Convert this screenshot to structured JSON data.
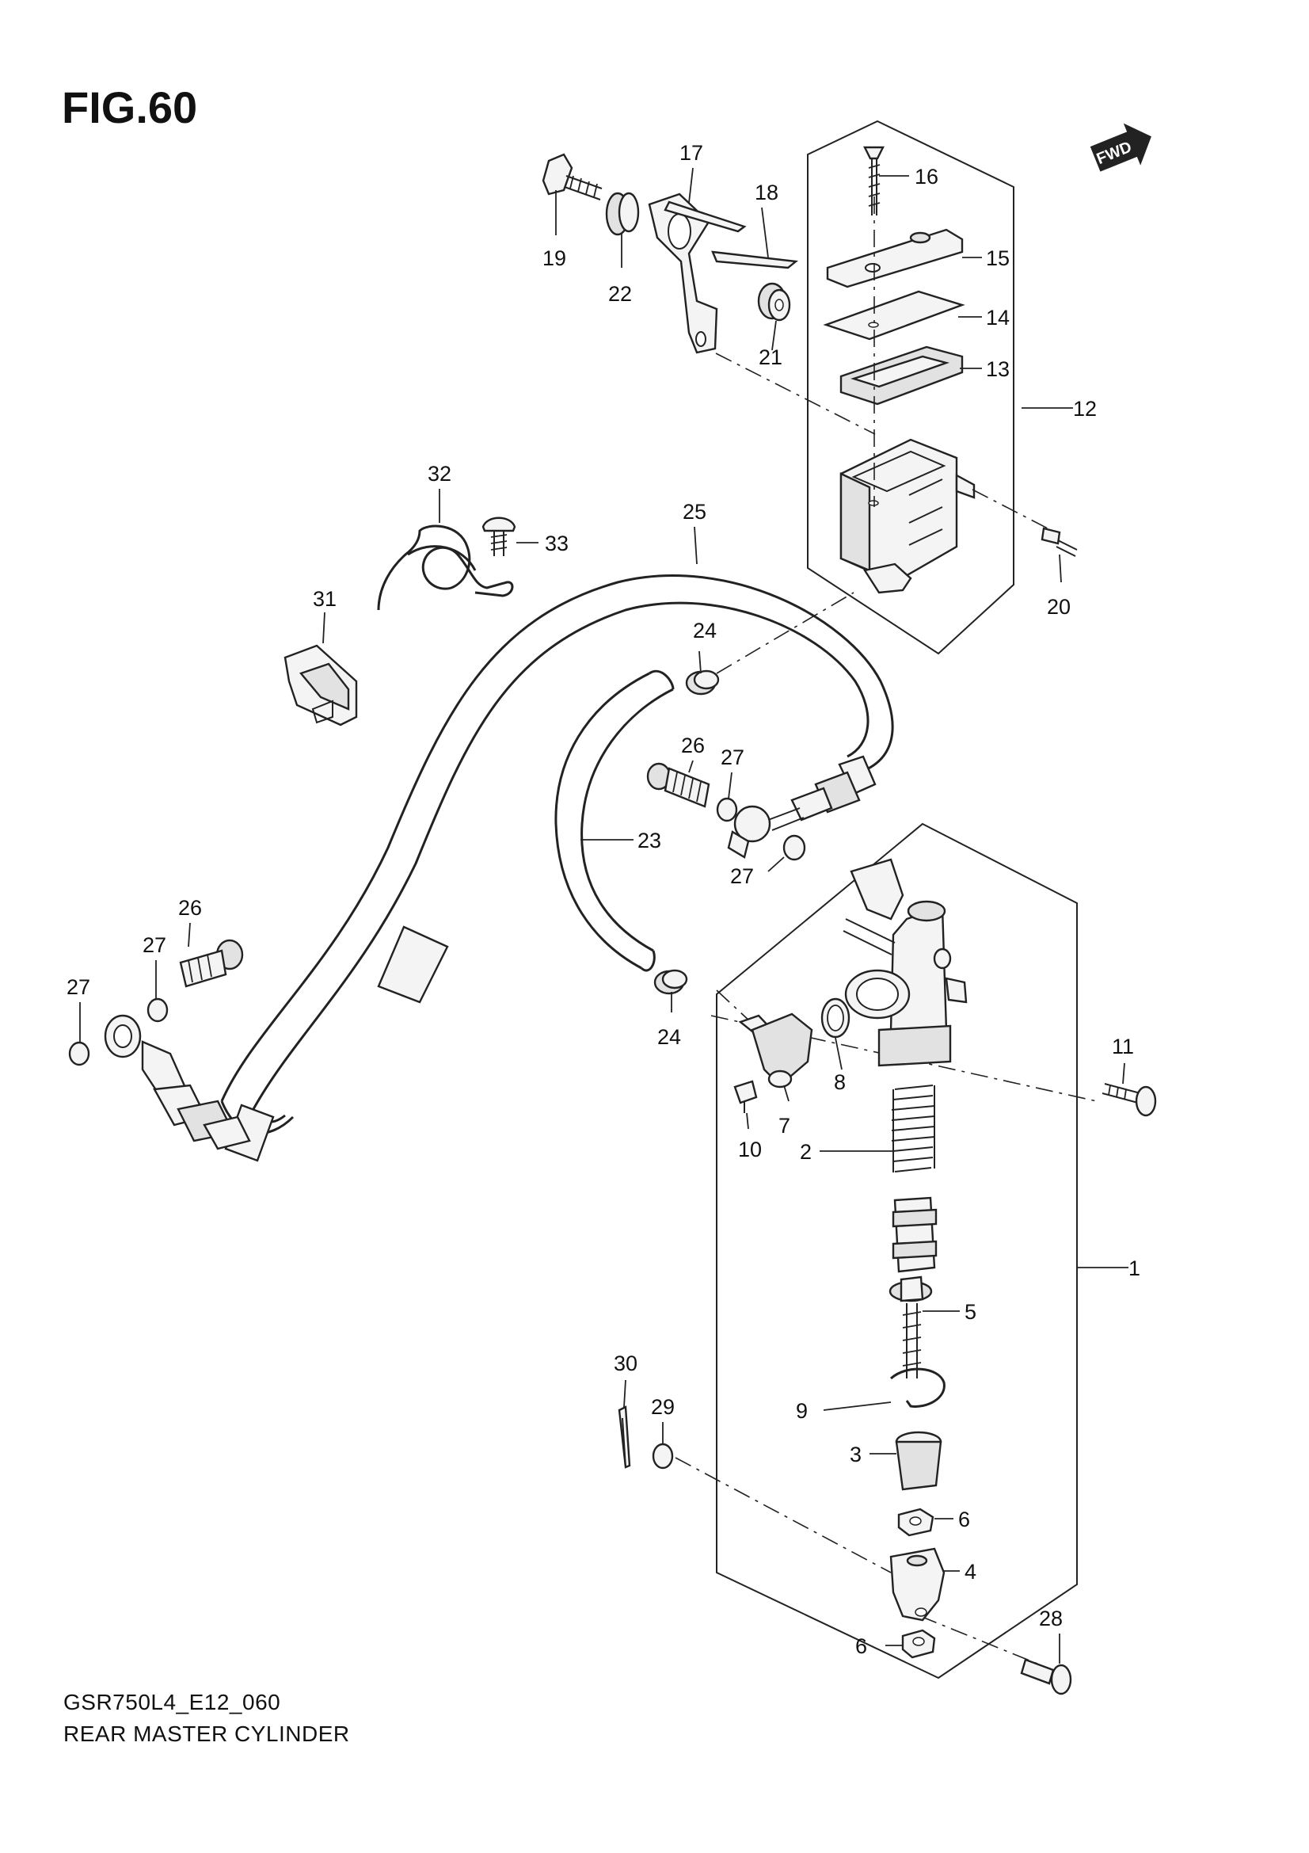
{
  "figure": {
    "title": "FIG.60",
    "model_code": "GSR750L4_E12_060",
    "caption": "REAR MASTER CYLINDER",
    "fwd_label": "FWD"
  },
  "callouts": [
    {
      "id": "c1",
      "label": "1"
    },
    {
      "id": "c2",
      "label": "2"
    },
    {
      "id": "c3",
      "label": "3"
    },
    {
      "id": "c4",
      "label": "4"
    },
    {
      "id": "c5",
      "label": "5"
    },
    {
      "id": "c6a",
      "label": "6"
    },
    {
      "id": "c6b",
      "label": "6"
    },
    {
      "id": "c7",
      "label": "7"
    },
    {
      "id": "c8",
      "label": "8"
    },
    {
      "id": "c9",
      "label": "9"
    },
    {
      "id": "c10",
      "label": "10"
    },
    {
      "id": "c11",
      "label": "11"
    },
    {
      "id": "c12",
      "label": "12"
    },
    {
      "id": "c13",
      "label": "13"
    },
    {
      "id": "c14",
      "label": "14"
    },
    {
      "id": "c15",
      "label": "15"
    },
    {
      "id": "c16",
      "label": "16"
    },
    {
      "id": "c17",
      "label": "17"
    },
    {
      "id": "c18",
      "label": "18"
    },
    {
      "id": "c19",
      "label": "19"
    },
    {
      "id": "c20",
      "label": "20"
    },
    {
      "id": "c21",
      "label": "21"
    },
    {
      "id": "c22",
      "label": "22"
    },
    {
      "id": "c23",
      "label": "23"
    },
    {
      "id": "c24a",
      "label": "24"
    },
    {
      "id": "c24b",
      "label": "24"
    },
    {
      "id": "c25",
      "label": "25"
    },
    {
      "id": "c26a",
      "label": "26"
    },
    {
      "id": "c26b",
      "label": "26"
    },
    {
      "id": "c27a",
      "label": "27"
    },
    {
      "id": "c27b",
      "label": "27"
    },
    {
      "id": "c27c",
      "label": "27"
    },
    {
      "id": "c27d",
      "label": "27"
    },
    {
      "id": "c28",
      "label": "28"
    },
    {
      "id": "c29",
      "label": "29"
    },
    {
      "id": "c30",
      "label": "30"
    },
    {
      "id": "c31",
      "label": "31"
    },
    {
      "id": "c32",
      "label": "32"
    },
    {
      "id": "c33",
      "label": "33"
    }
  ]
}
